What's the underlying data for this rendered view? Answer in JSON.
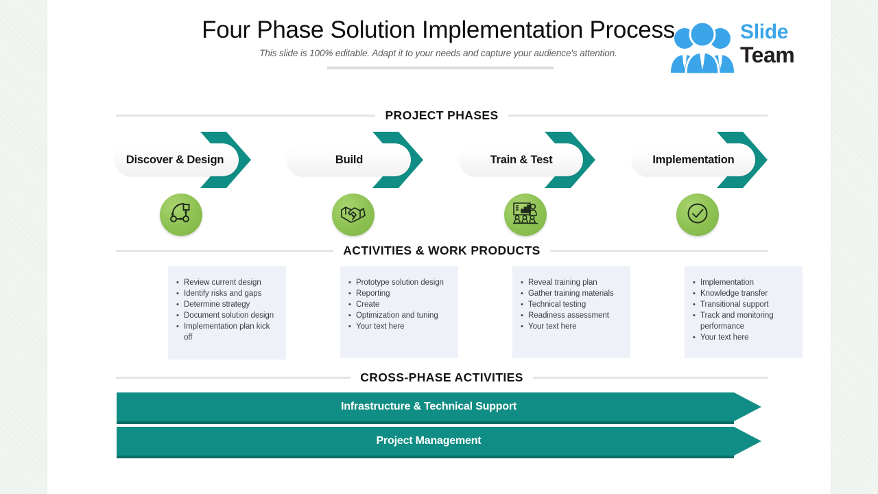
{
  "header": {
    "title": "Four Phase Solution Implementation Process",
    "subtitle": "This slide is 100% editable.  Adapt it to your needs and capture your audience's attention.",
    "logo": {
      "word1": "Slide",
      "word2": "Team",
      "mark": "three-people-icon",
      "color_blue": "#3aa5e8",
      "color_dark": "#231f20"
    }
  },
  "sections": {
    "phases_heading": "PROJECT PHASES",
    "activities_heading": "ACTIVITIES  &  WORK PRODUCTS",
    "cross_heading": "CROSS-PHASE  ACTIVITIES"
  },
  "theme": {
    "teal": "#108d84",
    "teal_dark": "#0b6f68",
    "green": "#8cc152",
    "box_bg": "#eef1f7",
    "rule": "#e4e4e4"
  },
  "phases": [
    {
      "label": "Discover & Design",
      "icon": "process-flow-icon",
      "activities": [
        "Review  current  design",
        "Identify  risks  and  gaps",
        "Determine  strategy",
        "Document  solution design",
        "Implementation  plan kick off"
      ]
    },
    {
      "label": "Build",
      "icon": "handshake-icon",
      "activities": [
        "Prototype solution design",
        "Reporting",
        "Create",
        "Optimization and tuning",
        "Your text here"
      ]
    },
    {
      "label": "Train & Test",
      "icon": "training-presentation-icon",
      "activities": [
        "Reveal  training  plan",
        "Gather training materials",
        "Technical  testing",
        "Readiness  assessment",
        "Your text here"
      ]
    },
    {
      "label": "Implementation",
      "icon": "check-circle-icon",
      "activities": [
        "Implementation",
        "Knowledge  transfer",
        "Transitional  support",
        "Track  and  monitoring  performance",
        "Your text here"
      ]
    }
  ],
  "cross_phase_bars": [
    {
      "label": "Infrastructure & Technical Support"
    },
    {
      "label": "Project Management"
    }
  ]
}
